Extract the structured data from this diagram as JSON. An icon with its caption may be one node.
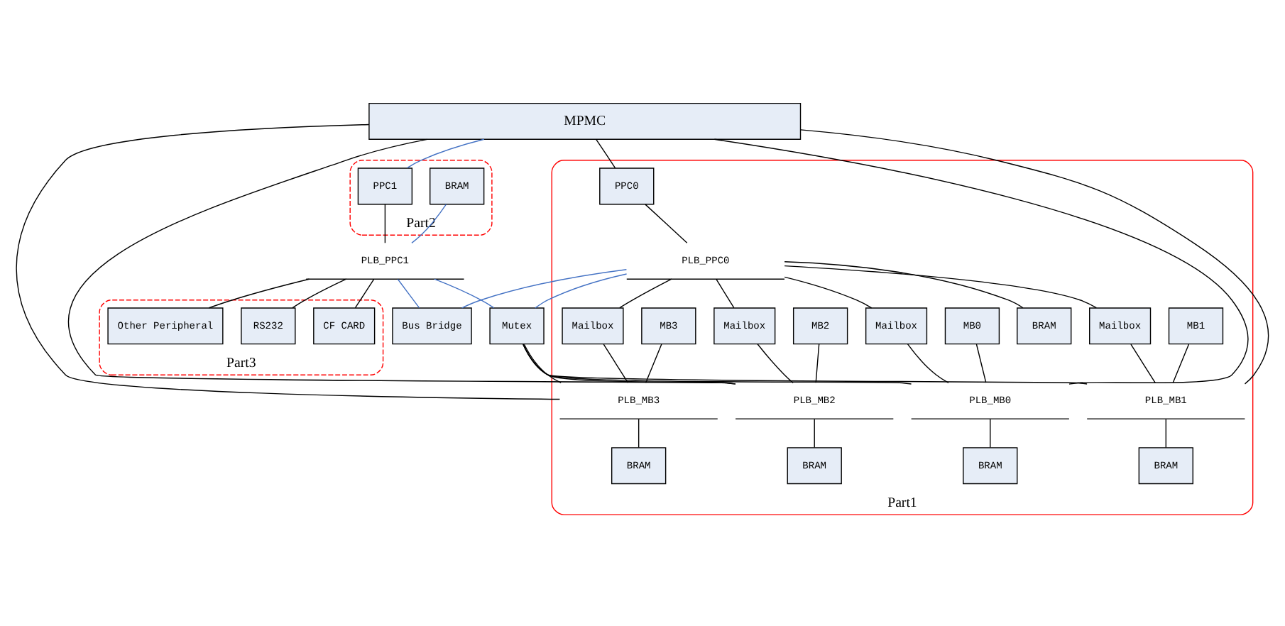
{
  "diagram": {
    "nodes": [
      {
        "text": [
          "MPMC"
        ]
      },
      {
        "text": [
          "Part1"
        ]
      },
      {
        "text": [
          "Part2"
        ]
      },
      {
        "text": [
          "Part3"
        ]
      },
      {
        "text": [
          "PPC0"
        ],
        "in": 1
      },
      {
        "text": [
          "PLB_PPC0"
        ],
        "in": 1
      },
      {
        "text": [
          "BRAM"
        ],
        "in": 1
      },
      {
        "text": [
          "Mailbox"
        ],
        "in": 1
      },
      {
        "text": [
          "Mailbox"
        ],
        "in": 1
      },
      {
        "text": [
          "Mailbox"
        ],
        "in": 1
      },
      {
        "text": [
          "Mailbox"
        ],
        "in": 1
      },
      {
        "text": [
          "MB0"
        ],
        "in": 1
      },
      {
        "text": [
          "PLB_MB0"
        ],
        "in": 1
      },
      {
        "text": [
          "BRAM"
        ],
        "in": 1
      },
      {
        "text": [
          "MB1"
        ],
        "in": 1
      },
      {
        "text": [
          "PLB_MB1"
        ],
        "in": 1
      },
      {
        "text": [
          "BRAM"
        ],
        "in": 1
      },
      {
        "text": [
          "MB2"
        ],
        "in": 1
      },
      {
        "text": [
          "PLB_MB2"
        ],
        "in": 1
      },
      {
        "text": [
          "BRAM"
        ],
        "in": 1
      },
      {
        "text": [
          "MB3"
        ],
        "in": 1
      },
      {
        "text": [
          "PLB_MB3"
        ],
        "in": 1
      },
      {
        "text": [
          "BRAM"
        ],
        "in": 1
      },
      {
        "text": [
          "Bus Bridge"
        ]
      },
      {
        "text": [
          "Mutex"
        ]
      },
      {
        "text": [
          "PPC1"
        ],
        "in": 2
      },
      {
        "text": [
          "PLB_PPC1"
        ]
      },
      {
        "text": [
          "BRAM"
        ],
        "in": 2
      },
      {
        "text": [
          "CF CARD"
        ],
        "in": 3
      },
      {
        "text": [
          "RS232"
        ],
        "in": 3
      },
      {
        "text": [
          "Other Peripheral"
        ],
        "in": 3
      }
    ],
    "edges": [
      {
        "from": 0,
        "to": 4,
        "arrow": "none"
      },
      {
        "from": 0,
        "to": 25,
        "arrow": "none",
        "color": "#4472c4"
      },
      {
        "from": 4,
        "to": 5,
        "arrow": "none"
      },
      {
        "from": 5,
        "to": 6,
        "arrow": "none"
      },
      {
        "from": 5,
        "to": 7,
        "arrow": "none"
      },
      {
        "from": 5,
        "to": 8,
        "arrow": "none"
      },
      {
        "from": 5,
        "to": 9,
        "arrow": "none"
      },
      {
        "from": 5,
        "to": 10,
        "arrow": "none"
      },
      {
        "from": 7,
        "to": 12,
        "arrow": "none"
      },
      {
        "from": 8,
        "to": 15,
        "arrow": "none"
      },
      {
        "from": 9,
        "to": 18,
        "arrow": "none"
      },
      {
        "from": 10,
        "to": 21,
        "arrow": "none"
      },
      {
        "from": 11,
        "to": 12,
        "arrow": "none"
      },
      {
        "from": 12,
        "to": 13,
        "arrow": "none"
      },
      {
        "from": 14,
        "to": 15,
        "arrow": "none"
      },
      {
        "from": 15,
        "to": 16,
        "arrow": "none"
      },
      {
        "from": 17,
        "to": 18,
        "arrow": "none"
      },
      {
        "from": 18,
        "to": 19,
        "arrow": "none"
      },
      {
        "from": 20,
        "to": 21,
        "arrow": "none"
      },
      {
        "from": 21,
        "to": 22,
        "arrow": "none"
      },
      {
        "from": 0,
        "to": 12,
        "arrow": "none"
      },
      {
        "from": 0,
        "to": 15,
        "arrow": "none"
      },
      {
        "from": 0,
        "to": 18,
        "arrow": "none"
      },
      {
        "from": 0,
        "to": 21,
        "arrow": "none"
      },
      {
        "from": 24,
        "to": 12,
        "arrow": "none"
      },
      {
        "from": 24,
        "to": 15,
        "arrow": "none"
      },
      {
        "from": 24,
        "to": 18,
        "arrow": "none"
      },
      {
        "from": 24,
        "to": 21,
        "arrow": "none"
      },
      {
        "from": 5,
        "to": 23,
        "arrow": "none",
        "color": "#4472c4"
      },
      {
        "from": 26,
        "to": 23,
        "arrow": "none",
        "color": "#4472c4"
      },
      {
        "from": 5,
        "to": 24,
        "arrow": "none",
        "color": "#4472c4"
      },
      {
        "from": 26,
        "to": 24,
        "arrow": "none",
        "color": "#4472c4"
      },
      {
        "from": 25,
        "to": 26,
        "arrow": "none"
      },
      {
        "from": 26,
        "to": 27,
        "arrow": "none",
        "color": "#4472c4"
      },
      {
        "from": 26,
        "to": 28,
        "arrow": "none"
      },
      {
        "from": 26,
        "to": 29,
        "arrow": "none"
      },
      {
        "from": 26,
        "to": 30,
        "arrow": "none"
      }
    ]
  }
}
